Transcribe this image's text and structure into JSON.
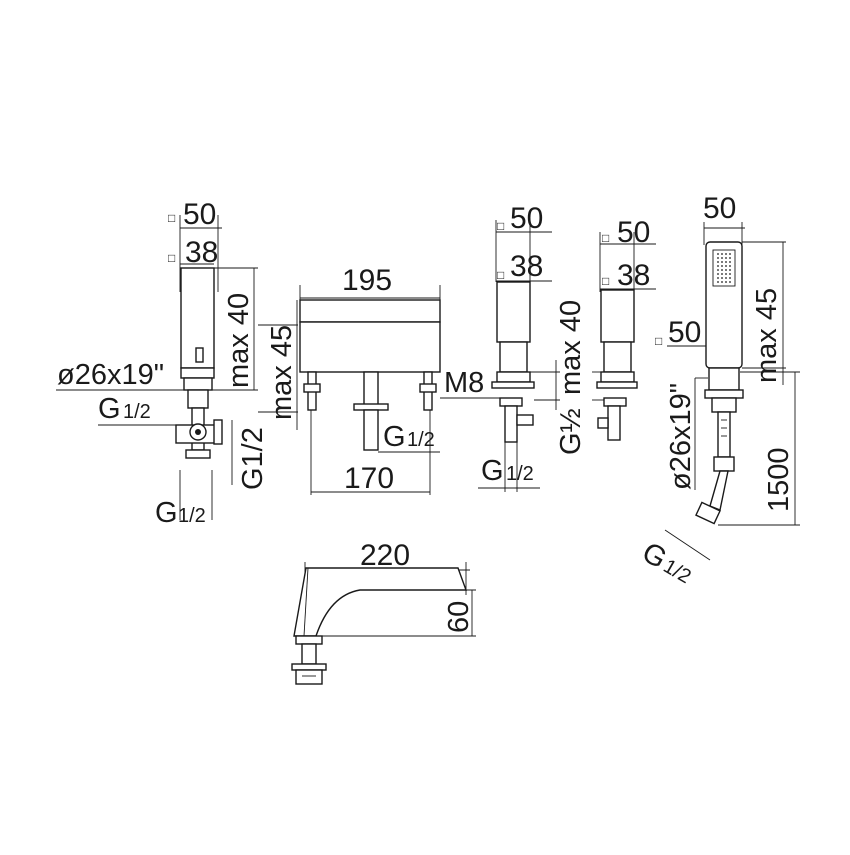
{
  "labels": {
    "square": "□",
    "d50": "50",
    "d38": "38",
    "d195": "195",
    "d170": "170",
    "d220": "220",
    "d60": "60",
    "d1500": "1500",
    "max40": "max 40",
    "max45": "max 45",
    "dia": "ø26x19\"",
    "m8": "M8",
    "g_prefix": "G",
    "g_half": "1/2",
    "g_frac_num": "1",
    "g_frac_den": "2",
    "g_vert": "G1/2",
    "g_vert2": "G½"
  },
  "colors": {
    "line": "#1a1a1a",
    "background": "#ffffff"
  }
}
